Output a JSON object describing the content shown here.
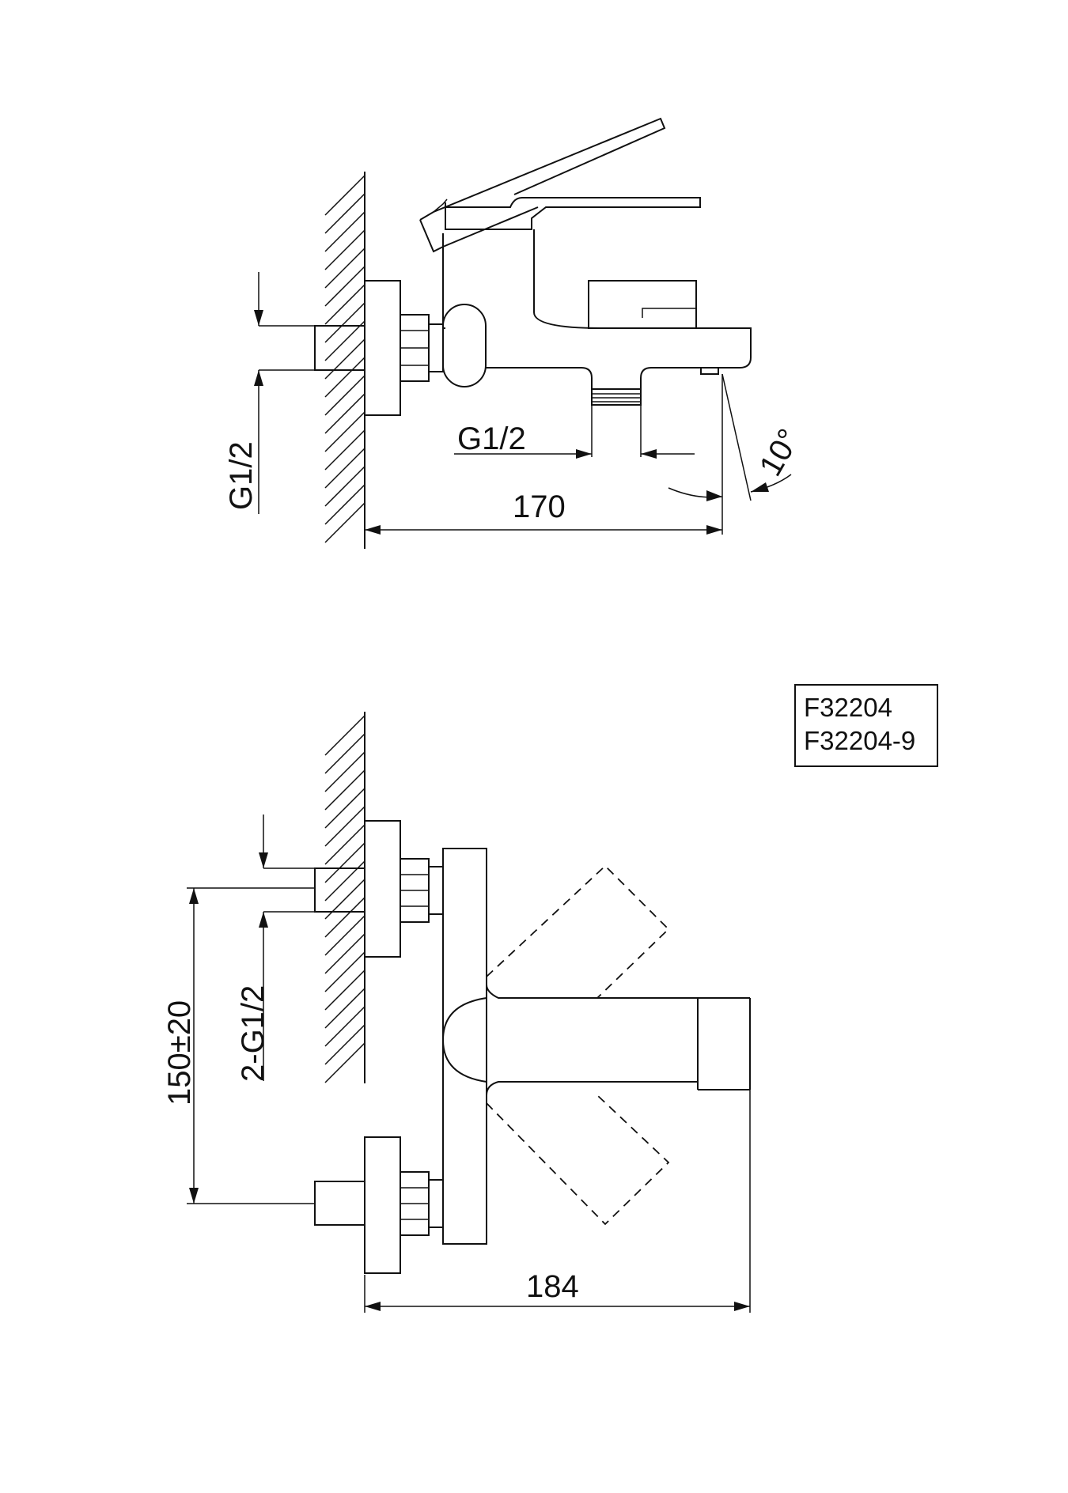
{
  "dimensions": {
    "top_inlet_thread": "G1/2",
    "top_outlet_thread": "G1/2",
    "top_projection": "170",
    "spout_angle": "10°",
    "bottom_inlet_thread": "2-G1/2",
    "bottom_centre_distance": "150±20",
    "bottom_projection": "184"
  },
  "model_box": {
    "line1": "F32204",
    "line2": "F32204-9"
  }
}
